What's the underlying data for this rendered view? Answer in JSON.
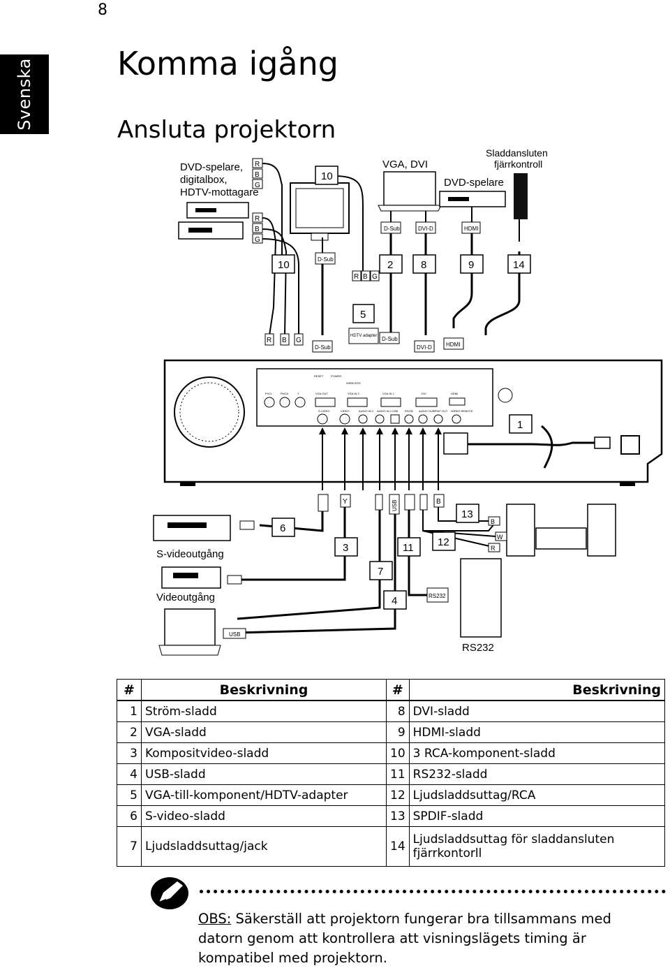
{
  "page": {
    "number": "8",
    "language_tab": "Svenska"
  },
  "header": {
    "title": "Komma igång",
    "subtitle": "Ansluta projektorn"
  },
  "diagram": {
    "source_dvd_label": [
      "DVD-spelare,",
      "digitalbox,",
      "HDTV-mottagare"
    ],
    "vga_dvi_label": "VGA, DVI",
    "dvd_player_label": "DVD-spelare",
    "remote_label": [
      "Sladdansluten",
      "fjärrkontroll"
    ],
    "svideo_out_label": "S-videoutgång",
    "video_out_label": "Videoutgång",
    "rs232_label": "RS232",
    "plugs": {
      "dsub": "D-Sub",
      "dvid": "DVI-D",
      "hdmi": "HDMI",
      "usb": "USB",
      "rs232": "RS232",
      "hdtv_adapter": "HDTV adapter",
      "r": "R",
      "g": "G",
      "b": "B",
      "w": "W",
      "y": "Y"
    },
    "callouts": [
      "1",
      "2",
      "3",
      "4",
      "5",
      "6",
      "7",
      "8",
      "9",
      "10",
      "11",
      "12",
      "13",
      "14"
    ],
    "ports": {
      "row1": [
        "Pr/Cr",
        "Pb/Cb",
        "Y",
        "VGA OUT",
        "VGA IN 2",
        "VGA IN 1",
        "DVI",
        "HDMI"
      ],
      "row2": [
        "S-VIDEO",
        "VIDEO",
        "AUDIO IN 2",
        "AUDIO IN 1",
        "USB",
        "RS232",
        "AUDIO OUT",
        "SPDIF OUT",
        "WIRED REMOTE"
      ],
      "top": [
        "RESET",
        "POWER",
        "WIRELESS"
      ]
    }
  },
  "table": {
    "headers": {
      "num": "#",
      "desc": "Beskrivning"
    },
    "rows": [
      {
        "n1": "1",
        "d1": "Ström-sladd",
        "n2": "8",
        "d2": "DVI-sladd"
      },
      {
        "n1": "2",
        "d1": "VGA-sladd",
        "n2": "9",
        "d2": "HDMI-sladd"
      },
      {
        "n1": "3",
        "d1": "Kompositvideo-sladd",
        "n2": "10",
        "d2": "3 RCA-komponent-sladd"
      },
      {
        "n1": "4",
        "d1": "USB-sladd",
        "n2": "11",
        "d2": "RS232-sladd"
      },
      {
        "n1": "5",
        "d1": "VGA-till-komponent/HDTV-adapter",
        "n2": "12",
        "d2": "Ljudsladdsuttag/RCA"
      },
      {
        "n1": "6",
        "d1": "S-video-sladd",
        "n2": "13",
        "d2": "SPDIF-sladd"
      },
      {
        "n1": "7",
        "d1": "Ljudsladdsuttag/jack",
        "n2": "14",
        "d2": "Ljudsladdsuttag för sladdansluten fjärrkontorll"
      }
    ]
  },
  "note": {
    "label": "OBS:",
    "text": " Säkerställ att projektorn fungerar bra tillsammans med datorn genom att kontrollera att visningslägets timing är kompatibel med projektorn."
  }
}
